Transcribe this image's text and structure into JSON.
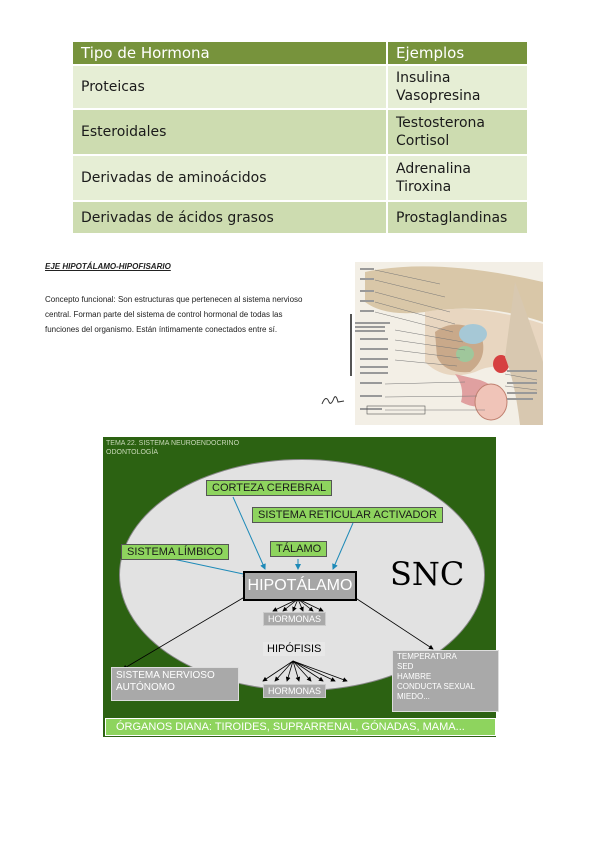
{
  "table": {
    "headers": [
      "Tipo de Hormona",
      "Ejemplos"
    ],
    "rows": [
      {
        "type": "Proteicas",
        "examples": [
          "Insulina",
          "Vasopresina"
        ]
      },
      {
        "type": "Esteroidales",
        "examples": [
          "Testosterona",
          "Cortisol"
        ]
      },
      {
        "type": "Derivadas de aminoácidos",
        "examples": [
          "Adrenalina",
          "Tiroxina"
        ]
      },
      {
        "type": "Derivadas de ácidos grasos",
        "examples": [
          "Prostaglandinas"
        ]
      }
    ]
  },
  "section": {
    "title": "EJE HIPOTÁLAMO-HIPOFISARIO",
    "body": "Concepto funcional: Son estructuras que pertenecen al sistema nervioso central. Forman parte del sistema de control hormonal de todas las funciones del organismo. Están íntimamente conectados entre sí."
  },
  "slide": {
    "header_line1": "TEMA 22. SISTEMA NEUROENDOCRINO",
    "header_line2": "ODONTOLOGÍA",
    "corteza": "CORTEZA CEREBRAL",
    "reticular": "SISTEMA RETICULAR ACTIVADOR",
    "limbico": "SISTEMA LÍMBICO",
    "talamo": "TÁLAMO",
    "hipotalamo": "HIPOTÁLAMO",
    "snc": "SNC",
    "hormonas1": "HORMONAS",
    "hipofisis": "HIPÓFISIS",
    "hormonas2": "HORMONAS",
    "sn_autonomo": "SISTEMA NERVIOSO AUTÓNOMO",
    "list": [
      "TEMPERATURA",
      "SED",
      "HAMBRE",
      "CONDUCTA SEXUAL",
      "MIEDO..."
    ],
    "organos": "ÓRGANOS DIANA: TIROIDES, SUPRARRENAL, GÓNADAS, MAMA..."
  },
  "colors": {
    "table_header": "#77933c",
    "slide_bg": "#2c6212",
    "green_label": "#8ed45e",
    "gray_label": "#a9a9a9"
  }
}
